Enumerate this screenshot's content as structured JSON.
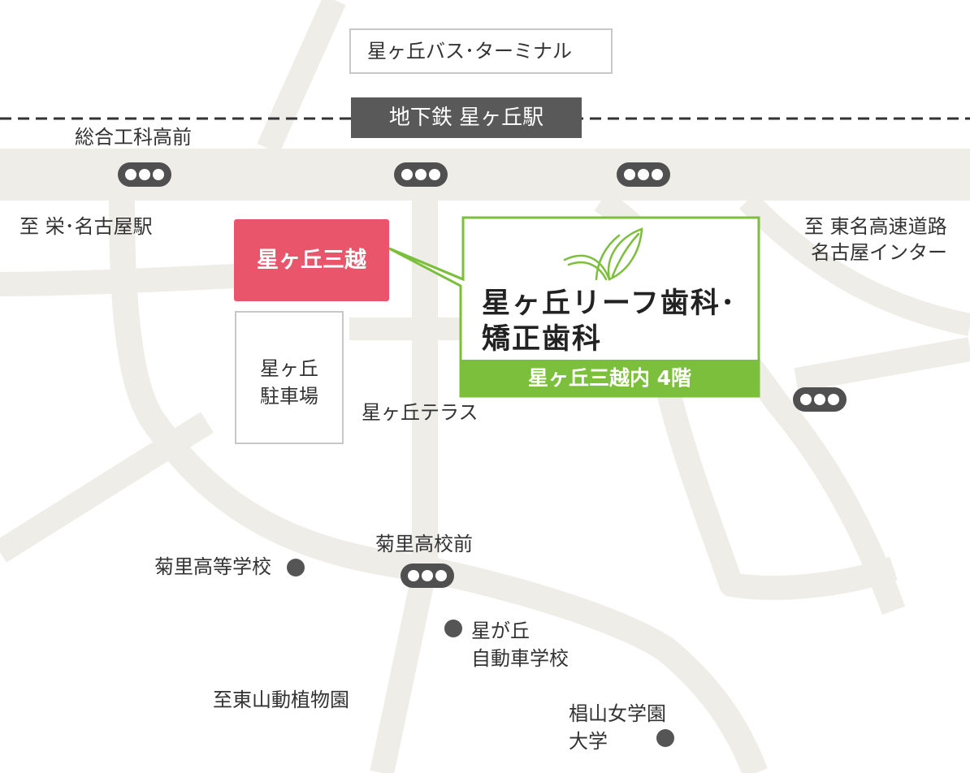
{
  "colors": {
    "road": "#efede8",
    "railway": "#333333",
    "signal": "#505050",
    "landmark_dot": "#555555",
    "mitsukoshi": "#e9566b",
    "clinic_green": "#7bbf3c",
    "station_box": "#595959"
  },
  "bus_terminal": "星ヶ丘バス･ターミナル",
  "station": "地下鉄 星ヶ丘駅",
  "mitsukoshi": "星ヶ丘三越",
  "parking": {
    "line1": "星ヶ丘",
    "line2": "駐車場"
  },
  "terrace": "星ヶ丘テラス",
  "clinic": {
    "logo": "leaf-logo-icon",
    "name_line1": "星ヶ丘リーフ歯科･",
    "name_line2": "矯正歯科",
    "floor": "星ヶ丘三越内 4階"
  },
  "labels": {
    "sogo_kouka": "総合工科高前",
    "to_sakae": "至 栄･名古屋駅",
    "to_expressway_line1": "至 東名高速道路",
    "to_expressway_line2": "名古屋インター",
    "kikuzato_mae": "菊里高校前",
    "kikuzato_hs": "菊里高等学校",
    "driving_school_line1": "星が丘",
    "driving_school_line2": "自動車学校",
    "to_zoo": "至東山動植物園",
    "sugiyama_line1": "椙山女学園",
    "sugiyama_line2": "大学"
  },
  "icons": {
    "signal": "traffic-signal-icon",
    "landmark": "landmark-dot-icon"
  }
}
